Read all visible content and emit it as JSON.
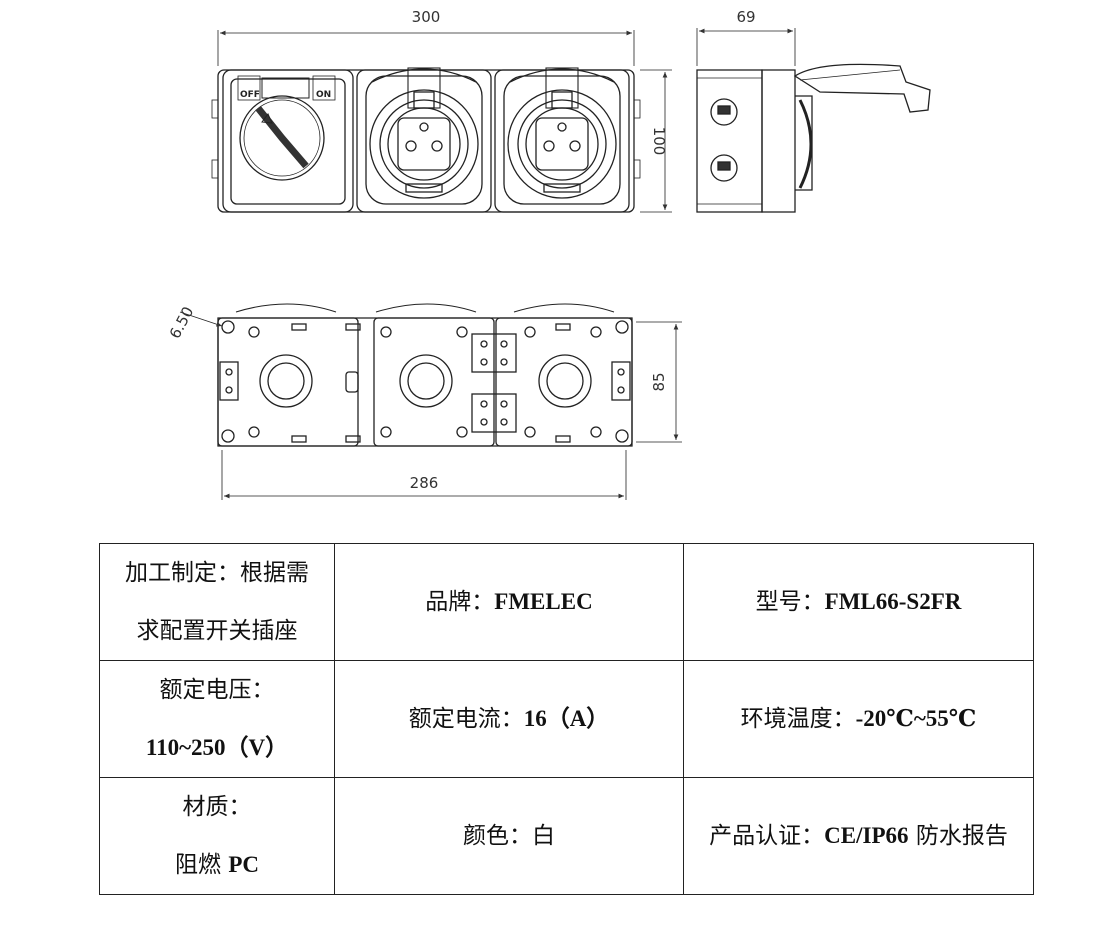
{
  "drawing": {
    "front_width_dim": "300",
    "side_depth_dim": "69",
    "height_dim": "100",
    "corner_dim": "6.50",
    "back_height_dim": "85",
    "back_width_dim": "286",
    "switch_off_label": "OFF",
    "switch_on_label": "ON"
  },
  "table": {
    "customization_line1": "加工制定：根据需",
    "customization_line2": "求配置开关插座",
    "brand_label": "品牌：",
    "brand_value": "FMELEC",
    "model_label": "型号：",
    "model_value": "FML66-S2FR",
    "voltage_label": "额定电压：",
    "voltage_value": "110~250（V）",
    "current_label": "额定电流：",
    "current_value": "16（A）",
    "temp_label": "环境温度：",
    "temp_value": "-20℃~55℃",
    "material_label": "材质：",
    "material_value_cn": "阻燃 ",
    "material_value_en": "PC",
    "color_text": "颜色：白",
    "cert_label": "产品认证：",
    "cert_value": "CE/IP66",
    "cert_suffix": " 防水报告"
  }
}
